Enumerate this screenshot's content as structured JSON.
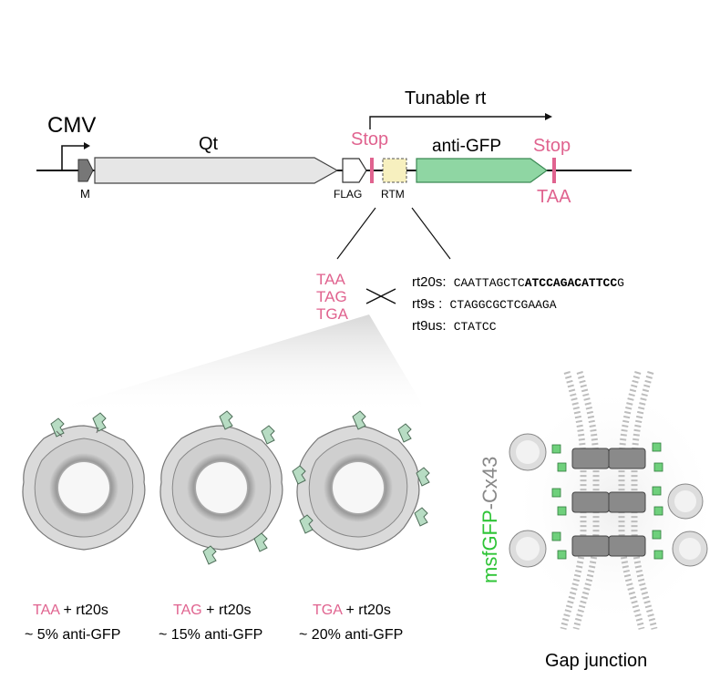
{
  "construct": {
    "promoter": "CMV",
    "m_label": "M",
    "qt_label": "Qt",
    "flag_label": "FLAG",
    "rtm_label": "RTM",
    "antigfp_label": "anti-GFP",
    "stop1_label": "Stop",
    "stop2_label": "Stop",
    "taa_label": "TAA",
    "tunable_label": "Tunable rt"
  },
  "codons": [
    "TAA",
    "TAG",
    "TGA"
  ],
  "sequences": [
    {
      "name": "rt20s:",
      "seq_plain": "CAATTAGCTC",
      "seq_bold": "ATCCAGACATTCC",
      "seq_tail": "G"
    },
    {
      "name": "rt9s  :",
      "seq_plain": "CTAGGCGCTCGAAGA",
      "seq_bold": "",
      "seq_tail": ""
    },
    {
      "name": "rt9us:",
      "seq_plain": "CTATCC",
      "seq_bold": "",
      "seq_tail": ""
    }
  ],
  "particles": [
    {
      "codon": "TAA",
      "plus": " + rt20s",
      "pct": "~ 5% anti-GFP"
    },
    {
      "codon": "TAG",
      "plus": " + rt20s",
      "pct": "~ 15% anti-GFP"
    },
    {
      "codon": "TGA",
      "plus": " + rt20s",
      "pct": "~ 20% anti-GFP"
    }
  ],
  "gap": {
    "msf": "msfGFP",
    "cx": "-Cx43",
    "title": "Gap junction"
  },
  "colors": {
    "pink": "#e0638f",
    "green_fill": "#8fd6a3",
    "green_stroke": "#3c8a55",
    "qt_fill": "#e6e6e6",
    "rtm_fill": "#f7f0bf",
    "gfp_green": "#2fc437",
    "cx_gray": "#888888"
  }
}
